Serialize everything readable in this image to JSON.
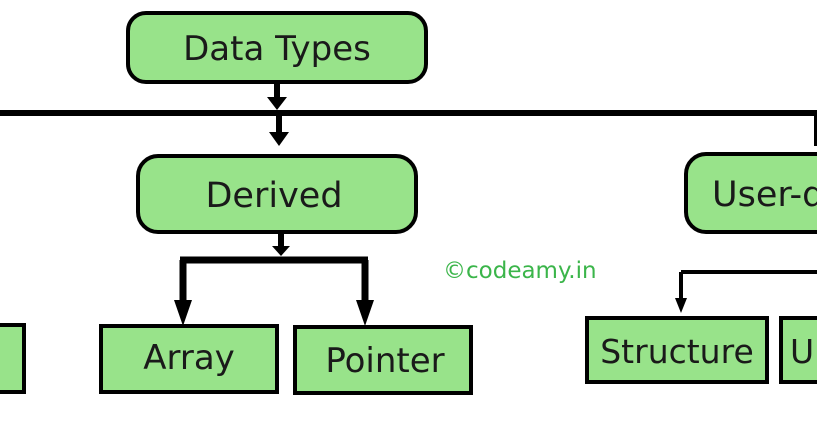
{
  "nodes": {
    "root": "Data Types",
    "derived": "Derived",
    "user_defined": "User-d",
    "array": "Array",
    "pointer": "Pointer",
    "structure": "Structure",
    "partial_right": "U"
  },
  "watermark": "©codeamy.in",
  "colors": {
    "node_fill": "#98e38a",
    "stroke": "#000000",
    "watermark": "#3bb54a"
  }
}
